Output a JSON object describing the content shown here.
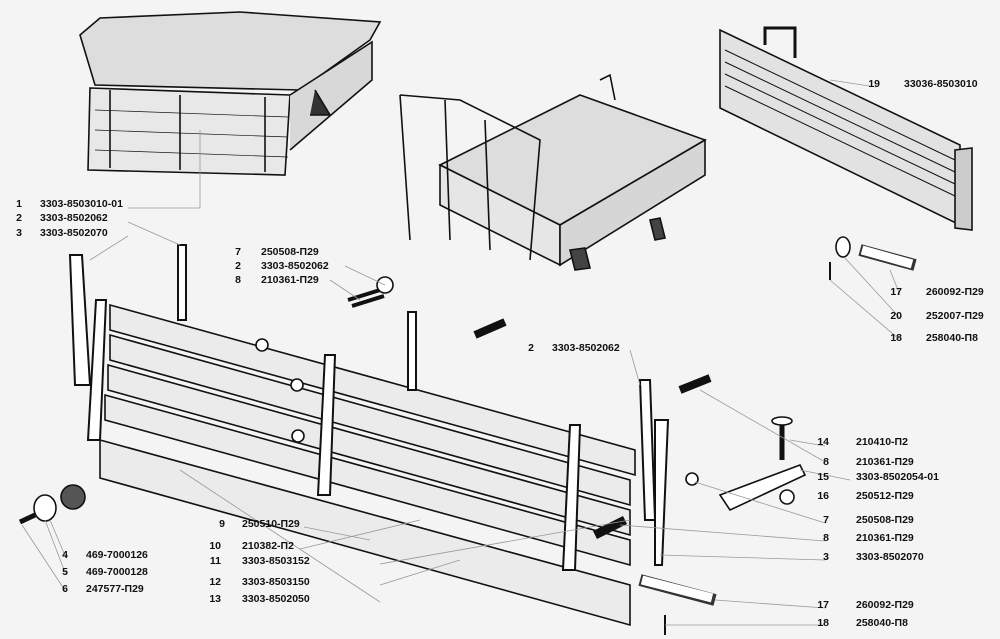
{
  "diagram": {
    "title": "",
    "callouts": [
      {
        "num": "1",
        "code": "3303-8503010-01"
      },
      {
        "num": "2",
        "code": "3303-8502062"
      },
      {
        "num": "3",
        "code": "3303-8502070"
      },
      {
        "num": "7",
        "code": "250508-П29"
      },
      {
        "num": "2",
        "code": "3303-8502062"
      },
      {
        "num": "8",
        "code": "210361-П29"
      },
      {
        "num": "2",
        "code": "3303-8502062"
      },
      {
        "num": "14",
        "code": "210410-П2"
      },
      {
        "num": "8",
        "code": "210361-П29"
      },
      {
        "num": "15",
        "code": "3303-8502054-01"
      },
      {
        "num": "16",
        "code": "250512-П29"
      },
      {
        "num": "7",
        "code": "250508-П29"
      },
      {
        "num": "8",
        "code": "210361-П29"
      },
      {
        "num": "3",
        "code": "3303-8502070"
      },
      {
        "num": "17",
        "code": "260092-П29"
      },
      {
        "num": "18",
        "code": "258040-П8"
      },
      {
        "num": "19",
        "code": "33036-8503010"
      },
      {
        "num": "17",
        "code": "260092-П29"
      },
      {
        "num": "20",
        "code": "252007-П29"
      },
      {
        "num": "18",
        "code": "258040-П8"
      },
      {
        "num": "4",
        "code": "469-7000126"
      },
      {
        "num": "5",
        "code": "469-7000128"
      },
      {
        "num": "6",
        "code": "247577-П29"
      },
      {
        "num": "9",
        "code": "250510-П29"
      },
      {
        "num": "10",
        "code": "210382-П2"
      },
      {
        "num": "11",
        "code": "3303-8503152"
      },
      {
        "num": "12",
        "code": "3303-8503150"
      },
      {
        "num": "13",
        "code": "3303-8502050"
      }
    ]
  }
}
